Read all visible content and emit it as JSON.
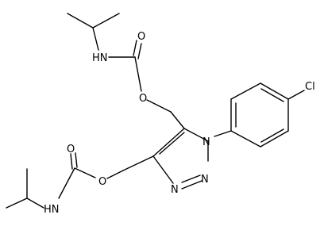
{
  "molecule": {
    "atom_labels": {
      "nh_top": "HN",
      "o_carbonyl_top": "O",
      "o_ester_top": "O",
      "cl": "Cl",
      "n1": "N",
      "n2": "N",
      "n3": "N",
      "o_ester_bottom": "O",
      "o_carbonyl_bottom": "O",
      "nh_bottom": "HN"
    }
  }
}
